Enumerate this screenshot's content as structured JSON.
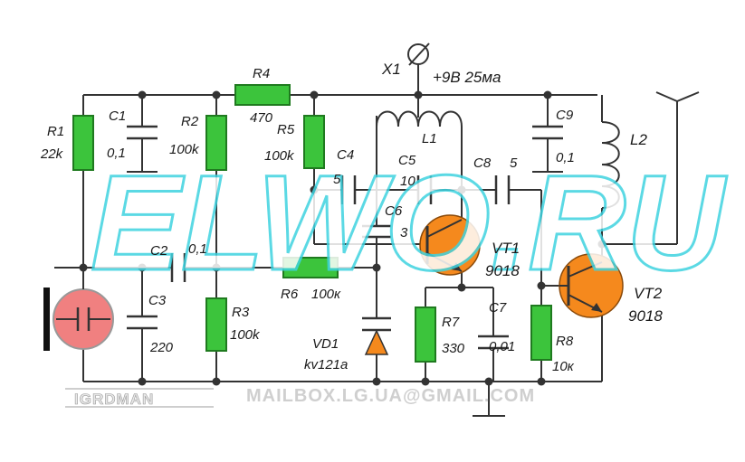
{
  "watermark": "ELWO.RU",
  "footer": {
    "logo": "IGRDMAN",
    "email": "MAILBOX.LG.UA@GMAIL.COM"
  },
  "power": {
    "connector": "X1",
    "supply": "+9В 25ма"
  },
  "components": {
    "R1": {
      "name": "R1",
      "value": "22k"
    },
    "R2": {
      "name": "R2",
      "value": "100k"
    },
    "R3": {
      "name": "R3",
      "value": "100k"
    },
    "R4": {
      "name": "R4",
      "value": "470"
    },
    "R5": {
      "name": "R5",
      "value": "100k"
    },
    "R6": {
      "name": "R6",
      "value": "100к"
    },
    "R7": {
      "name": "R7",
      "value": "330"
    },
    "R8": {
      "name": "R8",
      "value": "10к"
    },
    "C1": {
      "name": "C1",
      "value": "0,1"
    },
    "C2": {
      "name": "C2",
      "value": "0,1"
    },
    "C3": {
      "name": "C3",
      "value": "220"
    },
    "C4": {
      "name": "C4",
      "value": "5"
    },
    "C5": {
      "name": "C5",
      "value": "10"
    },
    "C6": {
      "name": "C6",
      "value": "3"
    },
    "C7": {
      "name": "C7",
      "value": "0,01"
    },
    "C8": {
      "name": "C8",
      "value": "5"
    },
    "C9": {
      "name": "C9",
      "value": "0,1"
    },
    "L1": {
      "name": "L1"
    },
    "L2": {
      "name": "L2"
    },
    "VD1": {
      "name": "VD1",
      "value": "kv121a"
    },
    "VT1": {
      "name": "VT1",
      "value": "9018"
    },
    "VT2": {
      "name": "VT2",
      "value": "9018"
    }
  },
  "colors": {
    "resistor": "#3cc43c",
    "transistor": "#f5891d",
    "microphone": "#f08080",
    "watermark": "#3fd3e0"
  }
}
